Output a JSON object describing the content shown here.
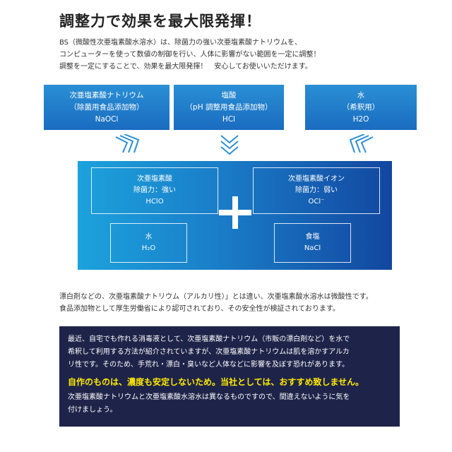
{
  "title": "調整力で効果を最大限発揮！",
  "intro": [
    "BS（微酸性次亜塩素酸水溶水）は、除菌力の強い次亜塩素酸ナトリウムを、",
    "コンピューターを使って数値の制御を行い、人体に影響がない範囲を一定に調整！",
    "調整を一定にすることで、効果を最大限発揮！　安心してお使いいただけます。"
  ],
  "sources": [
    {
      "line1": "次亜塩素酸ナトリウム",
      "line2": "（除菌用食品添加物）",
      "formula": "NaOCl"
    },
    {
      "line1": "塩酸",
      "line2": "（pH 調整用食品添加物）",
      "formula": "HCl"
    },
    {
      "line1": "水",
      "line2": "（希釈用）",
      "formula": "H2O"
    }
  ],
  "result": {
    "hclo": {
      "name": "次亜塩素酸",
      "power": "除菌力：強い",
      "formula": "HClO"
    },
    "ocl": {
      "name": "次亜塩素酸イオン",
      "power": "除菌力：弱い",
      "formula": "OCl⁻"
    },
    "water": {
      "name": "水",
      "formula": "H₂O"
    },
    "salt": {
      "name": "食塩",
      "formula": "NaCl"
    }
  },
  "note": [
    "漂白剤などの、次亜塩素酸ナトリウム（アルカリ性）」とは違い、次亜塩素酸水溶水は微酸性です。",
    "食品添加物として厚生労働省により認可されており、その安全性が検証されております。"
  ],
  "warning": {
    "para1": [
      "最近、自宅でも作れる消毒液として、次亜塩素酸ナトリウム（市販の漂白剤など）を水で",
      "希釈して利用する方法が紹介されていますが、次亜塩素酸ナトリウムは肌を溶かすアルカ",
      "リ性です。そのため、手荒れ・漂白・臭いなど人体などに影響を及ぼす恐れがあります。"
    ],
    "highlight": "自作のものは、濃度も安定しないため。当社としては、おすすめ致しません。",
    "para2": [
      "次亜塩素酸ナトリウムと次亜塩素酸水溶水は異なるものですので、間違えないように気を",
      "付けましょう。"
    ]
  },
  "colors": {
    "source_box": "#1a7cc8",
    "panel_left": "#1ca2dc",
    "panel_right": "#1247a0",
    "dark_box": "#1e2449",
    "highlight": "#ffea00",
    "chevron": "#2a8fd4"
  }
}
